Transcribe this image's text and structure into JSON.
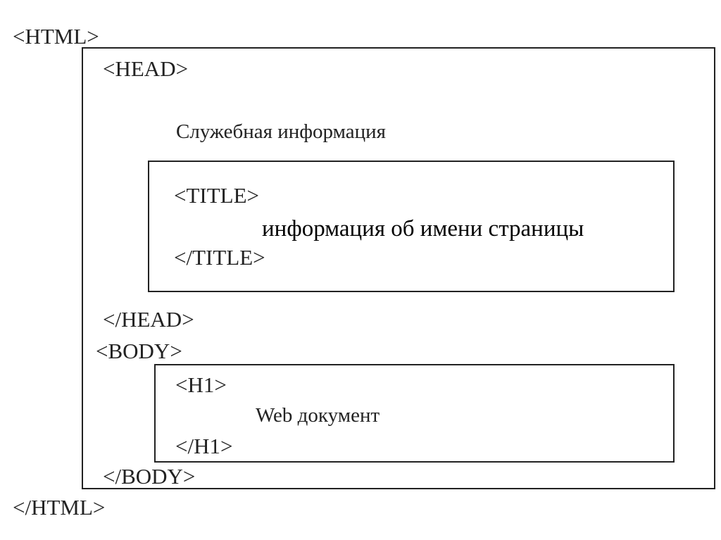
{
  "html_element": {
    "open_tag": "<HTML>",
    "close_tag": "</HTML>"
  },
  "head_element": {
    "open_tag": "<HEAD>",
    "close_tag": "</HEAD>",
    "description": "Служебная информация"
  },
  "title_element": {
    "open_tag": "<TITLE>",
    "close_tag": "</TITLE>",
    "content": "информация об имени страницы"
  },
  "body_element": {
    "open_tag": "<BODY>",
    "close_tag": "</BODY>"
  },
  "h1_element": {
    "open_tag": "<H1>",
    "close_tag": "</H1>",
    "content": "Web документ"
  }
}
